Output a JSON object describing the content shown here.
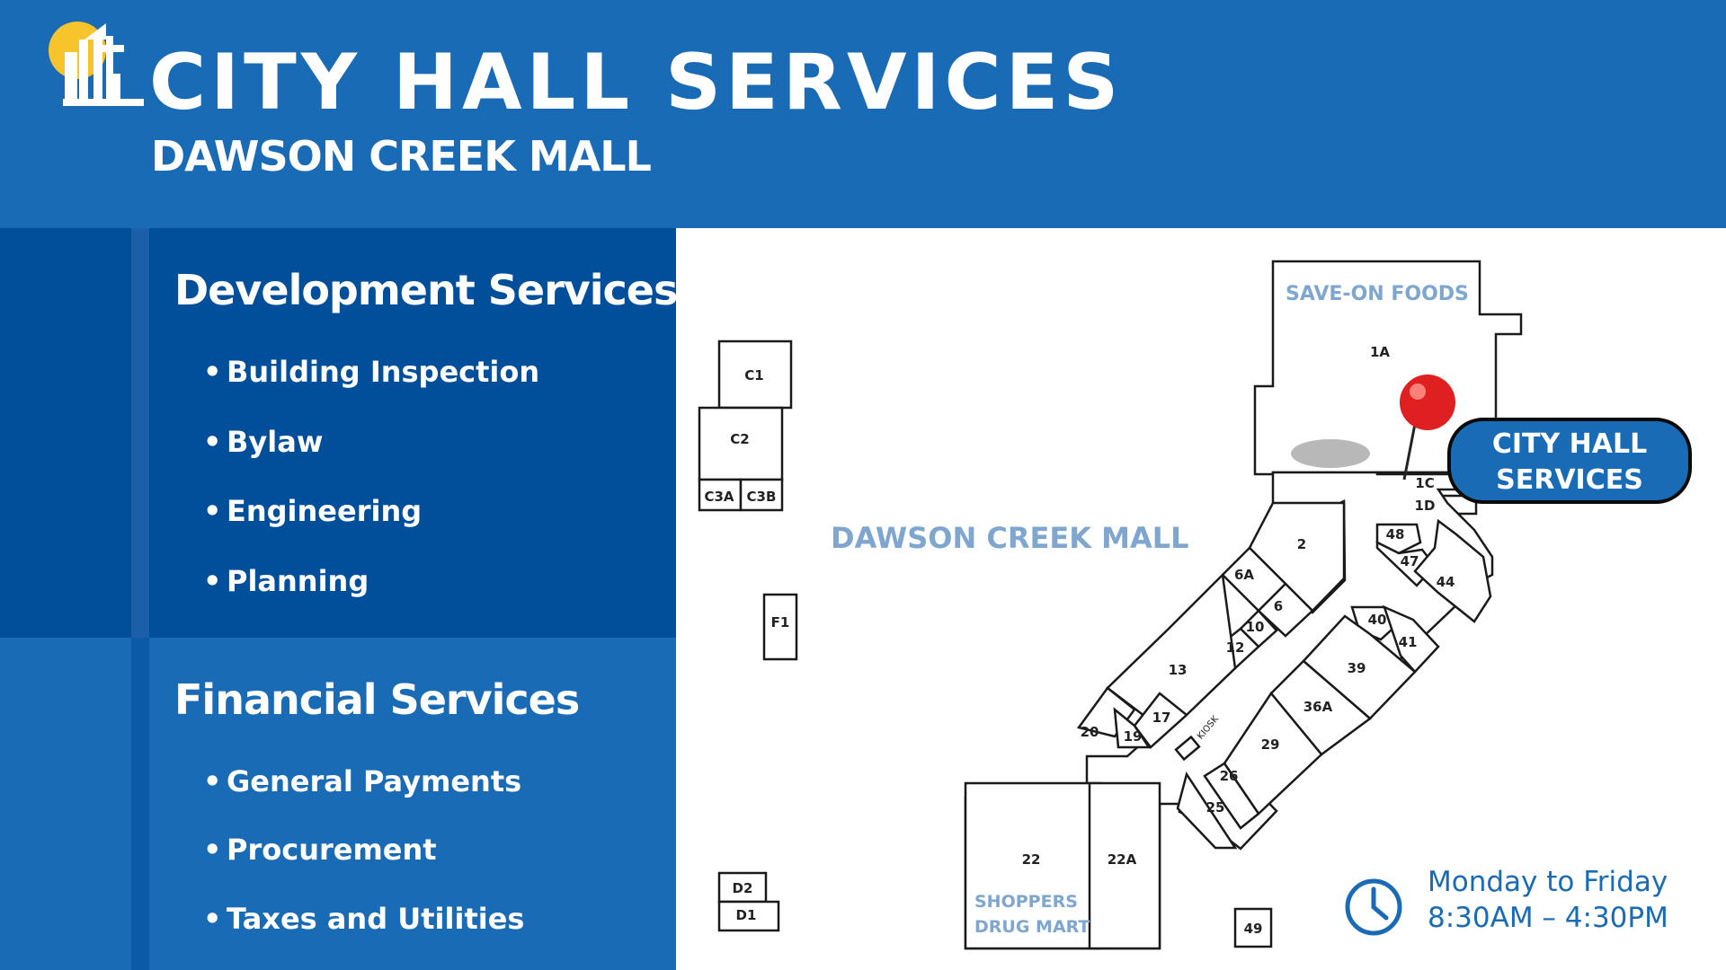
{
  "header": {
    "title": "CITY HALL SERVICES",
    "subtitle": "DAWSON CREEK MALL",
    "logo_icon": "city-hall-sun-logo-icon"
  },
  "colors": {
    "brand_blue": "#1a6bb5",
    "dark_blue": "#014f9a",
    "map_label": "#7ea6cf",
    "pin_red": "#e02020",
    "sun_yellow": "#f7c42c"
  },
  "development": {
    "heading": "Development Services",
    "items": [
      "Building Inspection",
      "Bylaw",
      "Engineering",
      "Planning"
    ]
  },
  "financial": {
    "heading": "Financial Services",
    "items": [
      "General Payments",
      "Procurement",
      "Taxes and Utilities"
    ]
  },
  "map": {
    "mall_label": "DAWSON CREEK MALL",
    "anchor_1": "SAVE-ON FOODS",
    "anchor_2_line1": "SHOPPERS",
    "anchor_2_line2": "DRUG MART",
    "kiosk_label": "KIOSK",
    "units": [
      "C1",
      "C2",
      "C3A",
      "C3B",
      "F1",
      "D2",
      "D1",
      "1A",
      "1C",
      "1D",
      "2",
      "6A",
      "6",
      "10",
      "12",
      "13",
      "17",
      "20",
      "19",
      "48",
      "47",
      "44",
      "40",
      "41",
      "39",
      "36A",
      "29",
      "26",
      "25",
      "22",
      "22A",
      "49"
    ],
    "pin_icon": "map-pin-icon"
  },
  "callout": {
    "line1": "CITY HALL",
    "line2": "SERVICES"
  },
  "hours": {
    "days": "Monday to Friday",
    "time": "8:30AM – 4:30PM",
    "icon": "clock-icon"
  }
}
